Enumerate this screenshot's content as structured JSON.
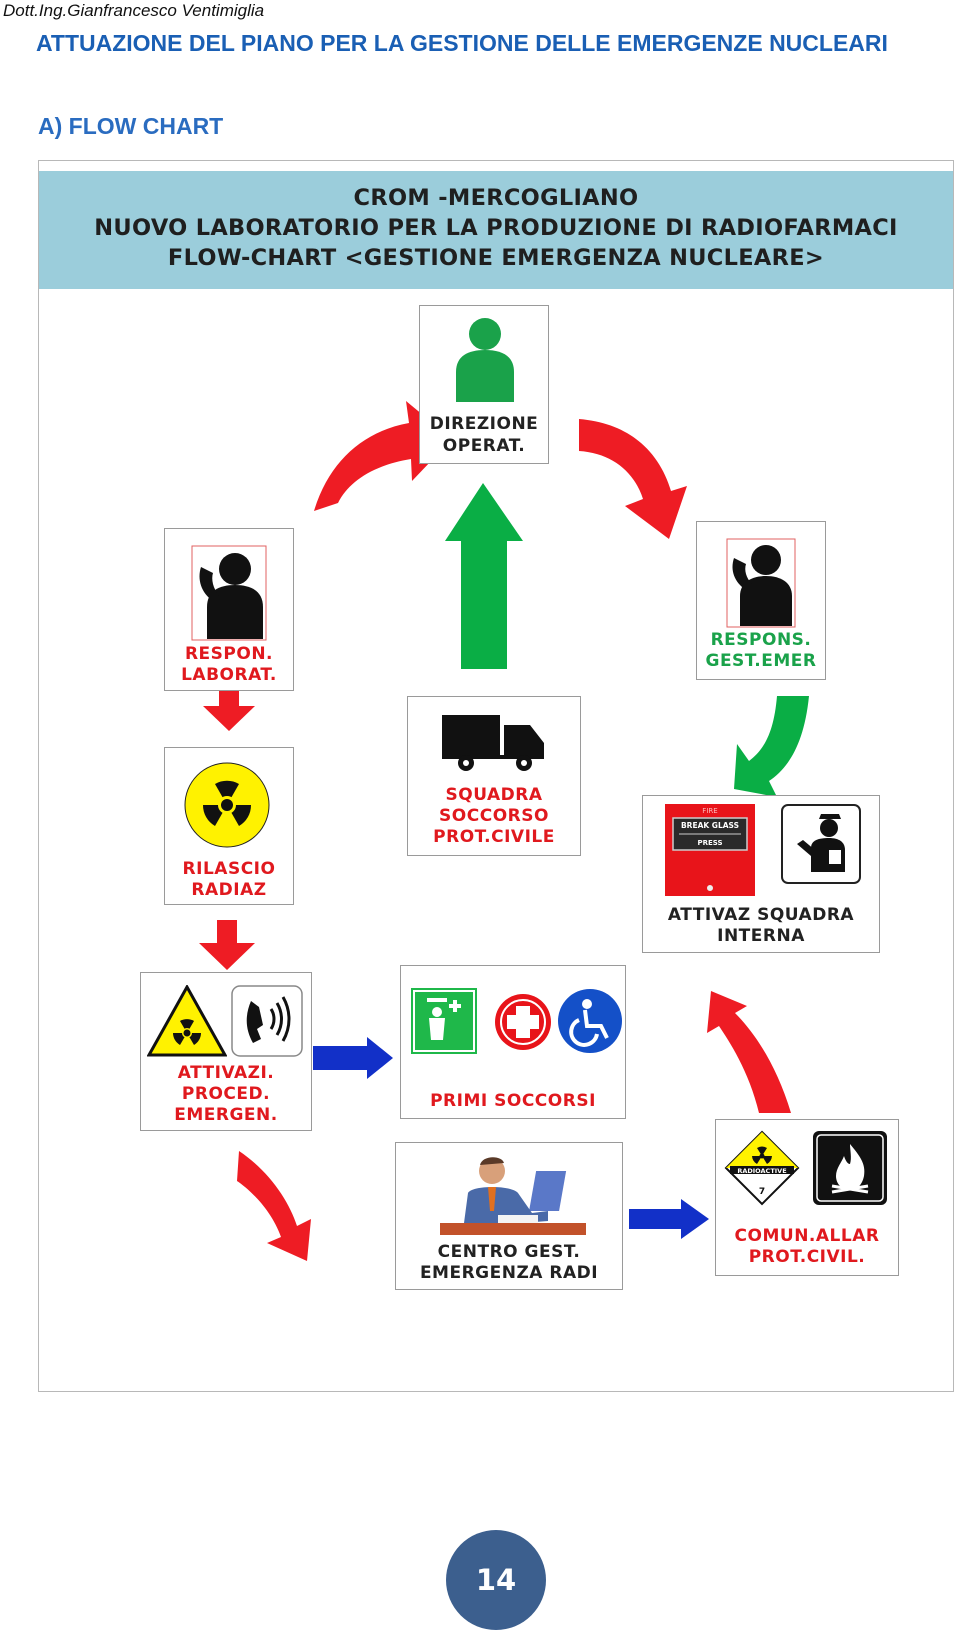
{
  "header": {
    "author": "Dott.Ing.Gianfrancesco Ventimiglia",
    "title": "ATTUAZIONE DEL PIANO PER LA GESTIONE DELLE EMERGENZE  NUCLEARI",
    "section": "A)  FLOW CHART"
  },
  "banner": {
    "line1": "CROM -MERCOGLIANO",
    "line2": "NUOVO LABORATORIO PER LA PRODUZIONE DI RADIOFARMACI",
    "line3": "FLOW-CHART <GESTIONE EMERGENZA NUCLEARE>"
  },
  "nodes": {
    "direzione": {
      "line1": "DIREZIONE",
      "line2": "OPERAT."
    },
    "respon_lab": {
      "line1": "RESPON.",
      "line2": "LABORAT."
    },
    "respon_gest": {
      "line1": "RESPONS.",
      "line2": "GEST.EMER"
    },
    "squadra": {
      "line1": "SQUADRA",
      "line2": "SOCCORSO",
      "line3": "PROT.CIVILE"
    },
    "rilascio": {
      "line1": "RILASCIO",
      "line2": "RADIAZ"
    },
    "attivaz_squadra": {
      "line1": "ATTIVAZ SQUADRA",
      "line2": "INTERNA"
    },
    "attivazi": {
      "line1": "ATTIVAZI.",
      "line2": "PROCED.",
      "line3": "EMERGEN."
    },
    "primi": {
      "line1": "PRIMI SOCCORSI"
    },
    "centro": {
      "line1": "CENTRO GEST.",
      "line2": "EMERGENZA RADI"
    },
    "comun": {
      "line1": "COMUN.ALLAR",
      "line2": "PROT.CIVIL."
    }
  },
  "icon_text": {
    "fire": "FIRE",
    "break_glass": "BREAK GLASS",
    "press": "PRESS",
    "radioactive": "RADIOACTIVE",
    "class_number": "7"
  },
  "colors": {
    "title_blue": "#1a5fb4",
    "banner": "#9bcddb",
    "arrow_red": "#ee1c24",
    "arrow_green": "#0aae45",
    "arrow_blue": "#1230c8",
    "page_badge": "#3c5f8e"
  },
  "page_number": "14"
}
